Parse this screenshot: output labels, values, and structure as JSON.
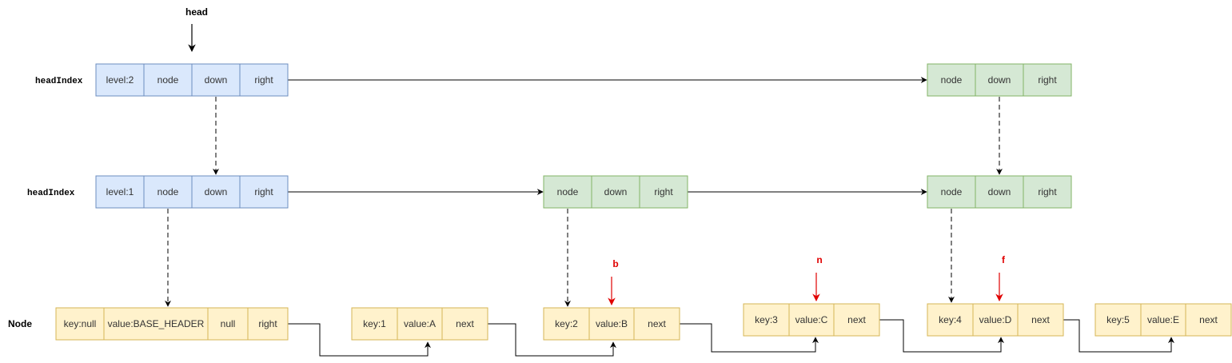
{
  "labels": {
    "head": "head",
    "head_index_2": "headIndex",
    "head_index_1": "headIndex",
    "node_row": "Node"
  },
  "colors": {
    "index_blue_fill": "#dae8fc",
    "index_blue_stroke": "#6c8ebf",
    "index_green_fill": "#d5e8d4",
    "index_green_stroke": "#82b366",
    "node_fill": "#fff2cc",
    "node_stroke": "#d6b656",
    "pointer_red": "#e00000",
    "line": "#000000"
  },
  "level2": {
    "head_index": [
      "level:2",
      "node",
      "down",
      "right"
    ],
    "index": [
      "node",
      "down",
      "right"
    ]
  },
  "level1": {
    "head_index": [
      "level:1",
      "node",
      "down",
      "right"
    ],
    "index_b": [
      "node",
      "down",
      "right"
    ],
    "index_d": [
      "node",
      "down",
      "right"
    ]
  },
  "nodes": {
    "header": [
      "key:null",
      "value:BASE_HEADER",
      "null",
      "right"
    ],
    "a": [
      "key:1",
      "value:A",
      "next"
    ],
    "b": [
      "key:2",
      "value:B",
      "next"
    ],
    "c": [
      "key:3",
      "value:C",
      "next"
    ],
    "d": [
      "key:4",
      "value:D",
      "next"
    ],
    "e": [
      "key:5",
      "value:E",
      "next"
    ]
  },
  "pointers": {
    "b": "b",
    "n": "n",
    "f": "f"
  }
}
